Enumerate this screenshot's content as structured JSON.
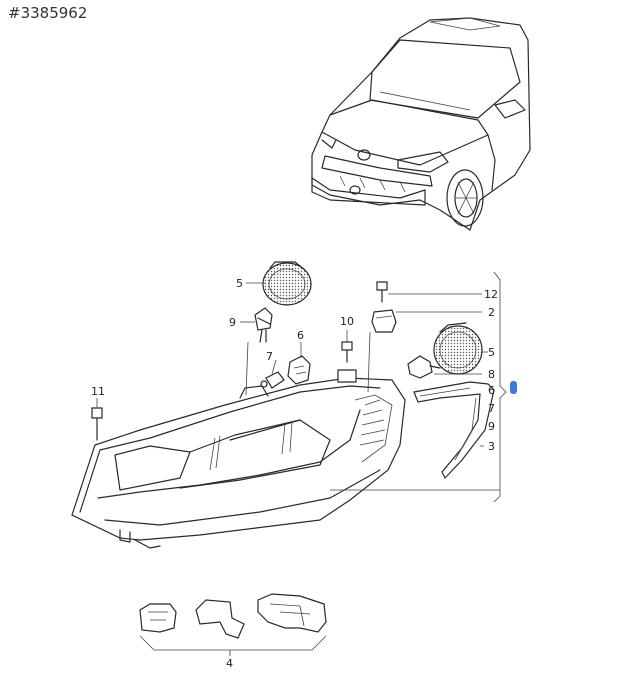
{
  "diagram": {
    "id_label": "#3385962",
    "callouts": {
      "c5a": "5",
      "c9a": "9",
      "c6a": "6",
      "c7a": "7",
      "c10": "10",
      "c11": "11",
      "c12": "12",
      "c2": "2",
      "c5b": "5",
      "c8": "8",
      "c6b": "6",
      "c7b": "7",
      "c9b": "9",
      "c3": "3",
      "c4": "4"
    },
    "marker_color": "#3b7bdc"
  }
}
